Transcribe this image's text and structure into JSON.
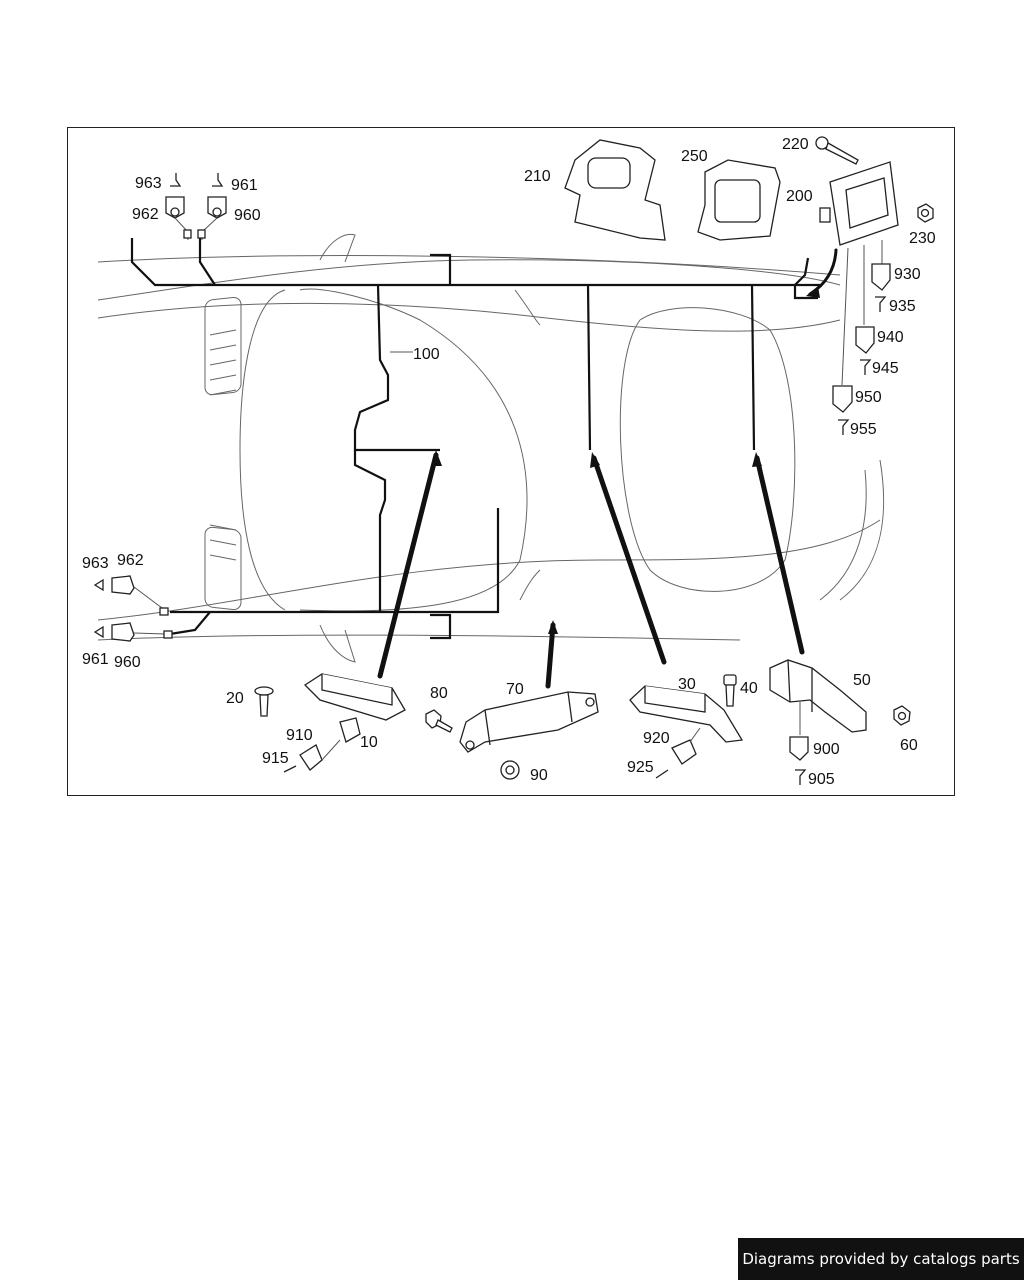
{
  "diagram": {
    "callouts": {
      "p10": "10",
      "p20": "20",
      "p30": "30",
      "p40": "40",
      "p50": "50",
      "p60": "60",
      "p70": "70",
      "p80": "80",
      "p90": "90",
      "p100": "100",
      "p200": "200",
      "p210": "210",
      "p220": "220",
      "p230": "230",
      "p250": "250",
      "p900": "900",
      "p905": "905",
      "p910": "910",
      "p915": "915",
      "p920": "920",
      "p925": "925",
      "p930": "930",
      "p935": "935",
      "p940": "940",
      "p945": "945",
      "p950": "950",
      "p955": "955",
      "p960a": "960",
      "p961a": "961",
      "p962a": "962",
      "p963a": "963",
      "p960b": "960",
      "p961b": "961",
      "p962b": "962",
      "p963b": "963"
    }
  },
  "footer": {
    "text": "Diagrams provided by catalogs parts"
  }
}
